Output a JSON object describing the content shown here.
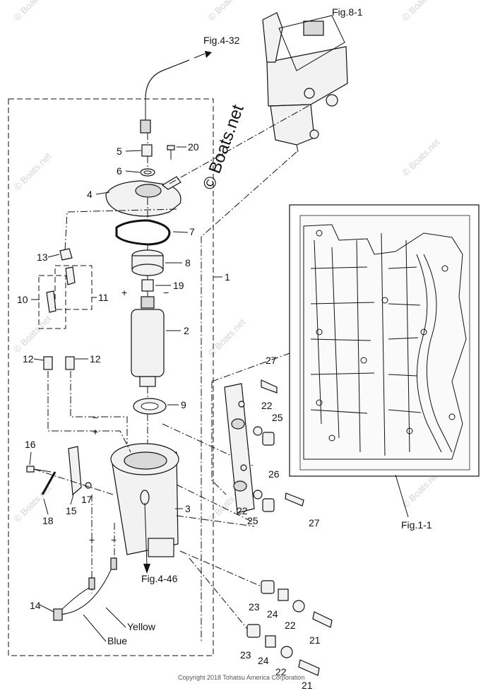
{
  "figure_refs": {
    "fig_4_32": "Fig.4-32",
    "fig_8_1": "Fig.8-1",
    "fig_1_1": "Fig.1-1",
    "fig_4_46": "Fig.4-46"
  },
  "watermark": {
    "main": "© Boats.net",
    "repeat": "© Boats.net"
  },
  "wire_labels": {
    "yellow": "Yellow",
    "blue": "Blue"
  },
  "polarity": {
    "plus": "+",
    "minus": "−"
  },
  "copyright": "Copyright 2018 Tohatsu America Corporation",
  "callouts": {
    "c1": "1",
    "c2": "2",
    "c3": "3",
    "c4": "4",
    "c5": "5",
    "c6": "6",
    "c7": "7",
    "c8": "8",
    "c9": "9",
    "c10": "10",
    "c11": "11",
    "c12a": "12",
    "c12b": "12",
    "c13": "13",
    "c14": "14",
    "c15": "15",
    "c16": "16",
    "c17": "17",
    "c18": "18",
    "c19": "19",
    "c20": "20",
    "c21a": "21",
    "c21b": "21",
    "c22a": "22",
    "c22b": "22",
    "c22c": "22",
    "c22d": "22",
    "c23a": "23",
    "c23b": "23",
    "c24a": "24",
    "c24b": "24",
    "c25a": "25",
    "c25b": "25",
    "c26": "26",
    "c27a": "27",
    "c27b": "27"
  }
}
